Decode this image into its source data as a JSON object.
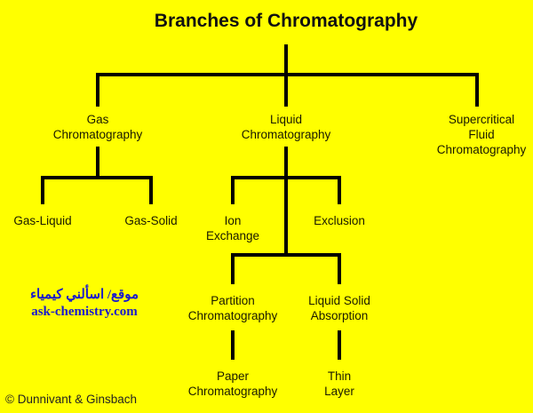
{
  "title": "Branches of Chromatography",
  "nodes": {
    "gas": [
      "Gas",
      "Chromatography"
    ],
    "liquid": [
      "Liquid",
      "Chromatography"
    ],
    "supercritical": [
      "Supercritical",
      "Fluid",
      "Chromatography"
    ],
    "gas_liquid": [
      "Gas-Liquid"
    ],
    "gas_solid": [
      "Gas-Solid"
    ],
    "ion_exchange": [
      "Ion",
      "Exchange"
    ],
    "exclusion": [
      "Exclusion"
    ],
    "partition": [
      "Partition",
      "Chromatography"
    ],
    "liquid_solid": [
      "Liquid Solid",
      "Absorption"
    ],
    "paper": [
      "Paper",
      "Chromatography"
    ],
    "thin_layer": [
      "Thin",
      "Layer"
    ]
  },
  "watermark": {
    "arabic": "موقع/ اسألني كيمياء",
    "site": "ask-chemistry.com"
  },
  "copyright": "© Dunnivant & Ginsbach"
}
